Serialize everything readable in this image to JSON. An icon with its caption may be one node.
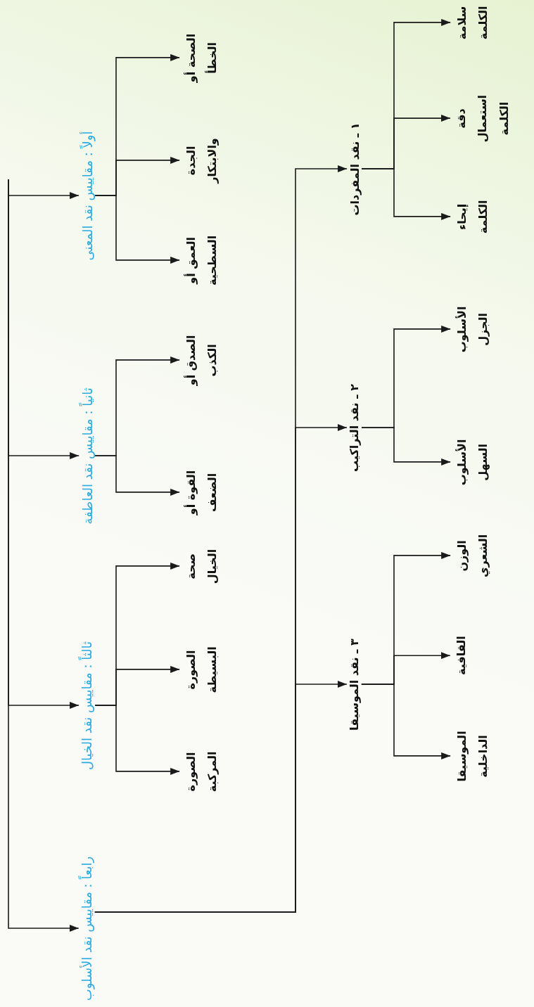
{
  "diagram": {
    "nodes": [
      {
        "text": [
          "أولاً : مقاييس نقد المعنى"
        ]
      },
      {
        "text": [
          "الصحة أو الخطأ"
        ]
      },
      {
        "text": [
          "الجدة والابتكار"
        ]
      },
      {
        "text": [
          "العمق أو السطحية"
        ]
      },
      {
        "text": [
          "ثانياً : مقاييس نقد العاطفة"
        ]
      },
      {
        "text": [
          "الصدق أو الكذب"
        ]
      },
      {
        "text": [
          "القوة أو الضعف"
        ]
      },
      {
        "text": [
          "ثالثاً : مقاييس نقد الخيال"
        ]
      },
      {
        "text": [
          "صحة الخيال"
        ]
      },
      {
        "text": [
          "الصورة البسيطة"
        ]
      },
      {
        "text": [
          "الصورة المركبة"
        ]
      },
      {
        "text": [
          "رابعاً : مقاييس نقد الأسلوب"
        ]
      },
      {
        "text": [
          "١ ـ نقد المفردات"
        ]
      },
      {
        "text": [
          "سلامة الكلمة"
        ]
      },
      {
        "text": [
          "دقة استعمال الكلمة"
        ]
      },
      {
        "text": [
          "إيحاء الكلمة"
        ]
      },
      {
        "text": [
          "٢ ـ نقد التراكيب"
        ]
      },
      {
        "text": [
          "الأسلوب الجزل"
        ]
      },
      {
        "text": [
          "الأسلوب السهل"
        ]
      },
      {
        "text": [
          "٣ ـ نقد الموسيقا"
        ]
      },
      {
        "text": [
          "الوزن الشعري"
        ]
      },
      {
        "text": [
          "القافية"
        ]
      },
      {
        "text": [
          "الموسيقا الداخلية"
        ]
      }
    ],
    "edges": [
      {
        "from": null,
        "to": 0,
        "arrow": "to"
      },
      {
        "from": null,
        "to": 4,
        "arrow": "to"
      },
      {
        "from": null,
        "to": 7,
        "arrow": "to"
      },
      {
        "from": null,
        "to": 11,
        "arrow": "to"
      },
      {
        "from": 0,
        "to": 1,
        "arrow": "to"
      },
      {
        "from": 0,
        "to": 2,
        "arrow": "to"
      },
      {
        "from": 0,
        "to": 3,
        "arrow": "to"
      },
      {
        "from": 4,
        "to": 5,
        "arrow": "to"
      },
      {
        "from": 4,
        "to": 6,
        "arrow": "to"
      },
      {
        "from": 7,
        "to": 8,
        "arrow": "to"
      },
      {
        "from": 7,
        "to": 9,
        "arrow": "to"
      },
      {
        "from": 7,
        "to": 10,
        "arrow": "to"
      },
      {
        "from": 11,
        "to": 12,
        "arrow": "to"
      },
      {
        "from": 11,
        "to": 16,
        "arrow": "to"
      },
      {
        "from": 11,
        "to": 19,
        "arrow": "to"
      },
      {
        "from": 12,
        "to": 13,
        "arrow": "to"
      },
      {
        "from": 12,
        "to": 14,
        "arrow": "to"
      },
      {
        "from": 12,
        "to": 15,
        "arrow": "to"
      },
      {
        "from": 16,
        "to": 17,
        "arrow": "to"
      },
      {
        "from": 16,
        "to": 18,
        "arrow": "to"
      },
      {
        "from": 19,
        "to": 20,
        "arrow": "to"
      },
      {
        "from": 19,
        "to": 21,
        "arrow": "to"
      },
      {
        "from": 19,
        "to": 22,
        "arrow": "to"
      }
    ]
  }
}
